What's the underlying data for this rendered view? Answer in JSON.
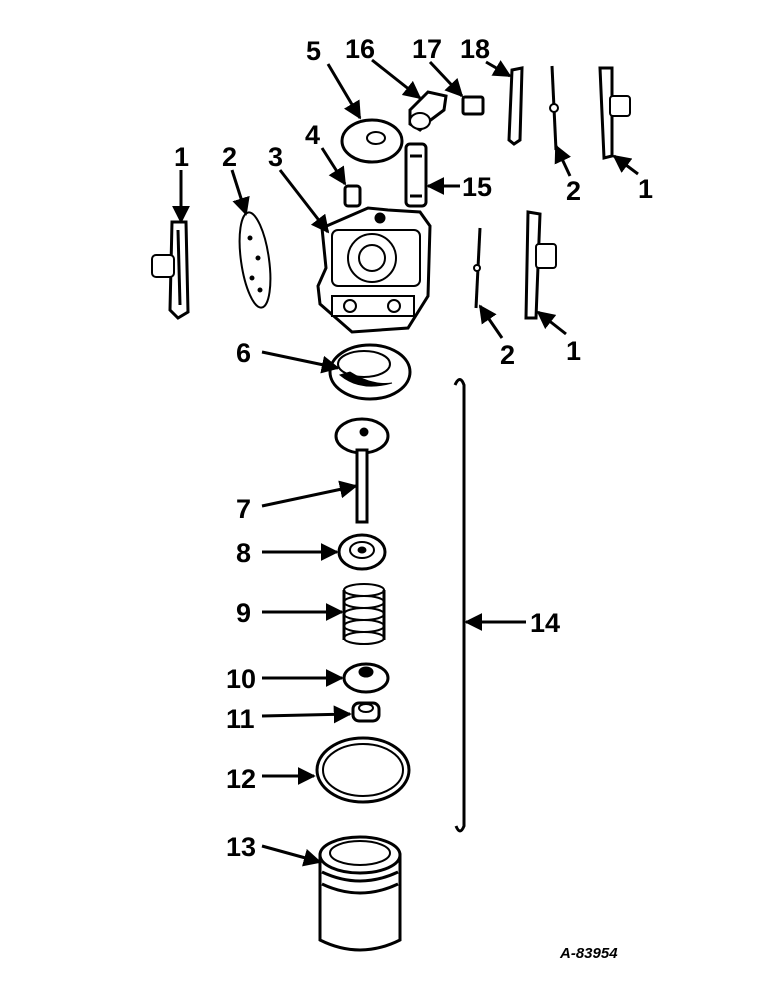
{
  "callouts": {
    "c1_left": "1",
    "c2_left": "2",
    "c3": "3",
    "c4": "4",
    "c5": "5",
    "c6": "6",
    "c7": "7",
    "c8": "8",
    "c9": "9",
    "c10": "10",
    "c11": "11",
    "c12": "12",
    "c13": "13",
    "c14": "14",
    "c15": "15",
    "c16": "16",
    "c17": "17",
    "c18": "18",
    "c2_upper_right": "2",
    "c1_upper_right": "1",
    "c2_lower_right": "2",
    "c1_lower_right": "1"
  },
  "reference_number": "A-83954"
}
